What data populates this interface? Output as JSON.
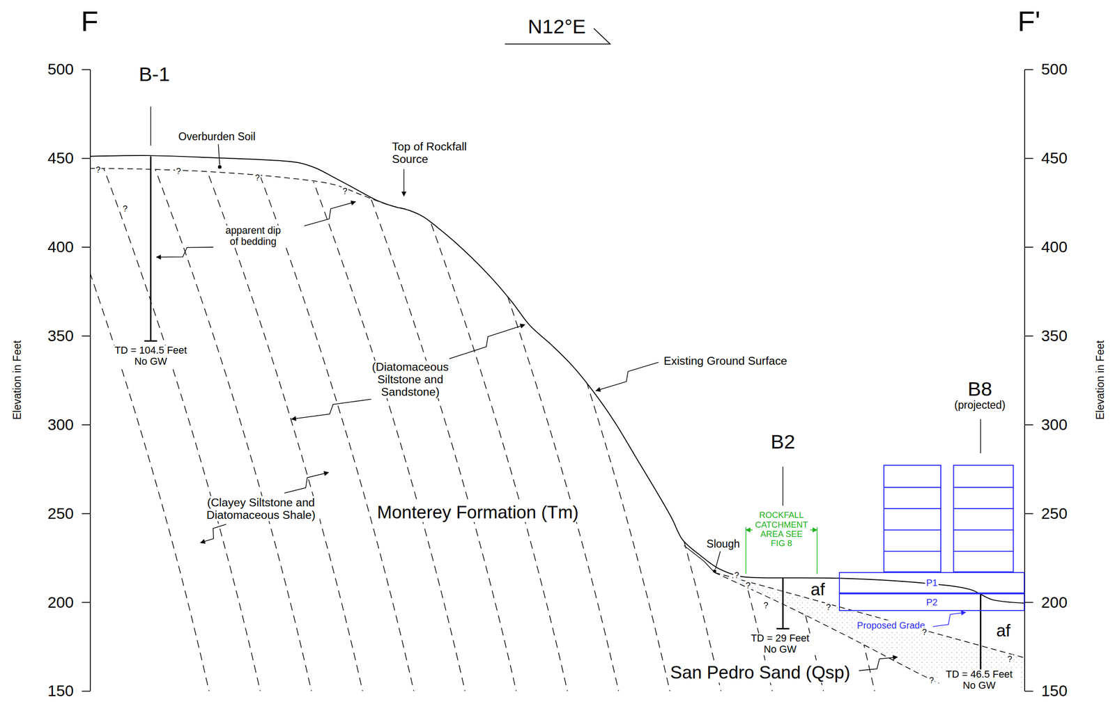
{
  "diagram": {
    "nodes": [
      {
        "text": [
          "P1"
        ]
      },
      {
        "text": [
          "P2"
        ]
      }
    ],
    "labels": [
      "F",
      "F'",
      "N12°E",
      "500",
      "450",
      "400",
      "350",
      "300",
      "250",
      "200",
      "150",
      "500",
      "450",
      "400",
      "350",
      "300",
      "250",
      "200",
      "150",
      "Elevation in Feet",
      "Elevation in Feet",
      "B-1",
      "Overburden Soil",
      "Top of Rockfall Source",
      "apparent dip of bedding",
      "TD = 104.5 Feet No GW",
      "(Diatomaceous Siltstone and Sandstone)",
      "(Clayey Siltstone and Diatomaceous Shale)",
      "Monterey Formation (Tm)",
      "Existing Ground Surface",
      "B2",
      "ROCKFALL CATCHMENT AREA SEE FIG 8",
      "Slough",
      "af",
      "TD = 29 Feet No GW",
      "B8",
      "(projected)",
      "Proposed Grade",
      "af",
      "San Pedro Sand (Qsp)",
      "TD = 46.5 Feet No GW",
      "?",
      "?",
      "?",
      "?",
      "?",
      "?",
      "?",
      "?",
      "?",
      "?",
      "?",
      "?"
    ]
  }
}
